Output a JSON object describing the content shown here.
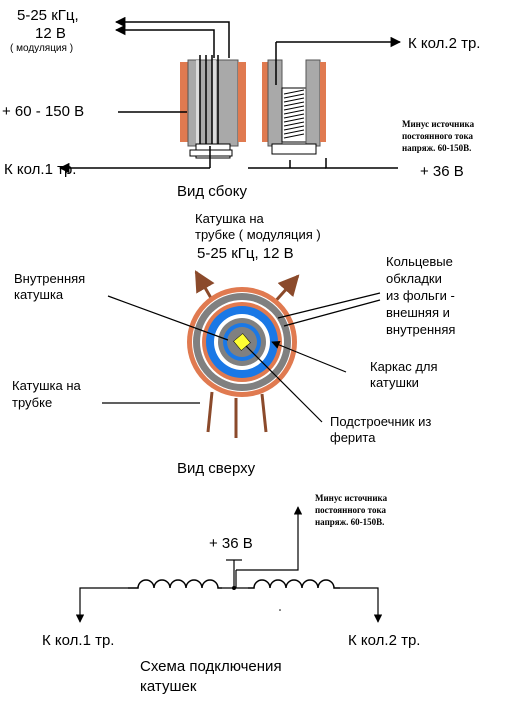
{
  "side_view": {
    "modulation_line1": "5-25 кГц,",
    "modulation_line2": "12 В",
    "modulation_line3": "( модуляция )",
    "plus_voltage": "+ 60 - 150 В",
    "coil1_label": "К кол.1 тр.",
    "coil2_label": "К кол.2 тр.",
    "minus_line1": "Минус источника",
    "minus_line2": "постоянного тока",
    "minus_line3": "напряж. 60-150В.",
    "plus36": "+ 36 В",
    "caption": "Вид сбоку"
  },
  "top_view": {
    "tube_coil_line1": "Катушка на",
    "tube_coil_line2": "трубке ( модуляция )",
    "tube_coil_line3": "5-25 кГц,  12 В",
    "inner_coil_line1": "Внутренняя",
    "inner_coil_line2": "катушка",
    "rings_line1": "Кольцевые",
    "rings_line2": "обкладки",
    "rings_line3": "из фольги -",
    "rings_line4": "внешняя и",
    "rings_line5": "внутренняя",
    "frame_line1": "Каркас для",
    "frame_line2": "катушки",
    "tube_line1": "Катушка на",
    "tube_line2": "трубке",
    "ferrite_line1": "Подстроечник из",
    "ferrite_line2": "ферита",
    "caption": "Вид сверху"
  },
  "schematic": {
    "minus_line1": "Минус источника",
    "minus_line2": "постоянного тока",
    "minus_line3": "напряж. 60-150В.",
    "plus36": "+ 36 В",
    "coil1_label": "К кол.1 тр.",
    "coil2_label": "К кол.2 тр.",
    "caption_line1": "Схема подключения",
    "caption_line2": "катушек"
  },
  "colors": {
    "copper": "#e07a50",
    "core_gray": "#a9a9a9",
    "blue": "#1a78e6",
    "dark_gray": "#808080",
    "brown_lead": "#8b4a2b",
    "yellow": "#ffff33"
  }
}
